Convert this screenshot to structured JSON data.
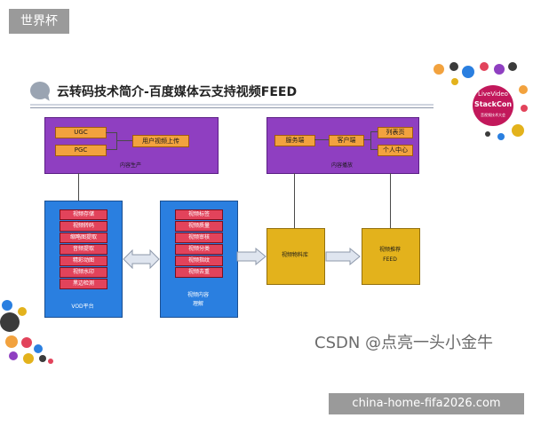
{
  "tag": "世界杯",
  "title": "云转码技术简介-百度媒体云支持视频FEED",
  "logo": {
    "line1": "LiveVideo",
    "line2": "StackCon",
    "line3": "音视频技术大会"
  },
  "production": {
    "caption": "内容生产",
    "sources": [
      "UGC",
      "PGC"
    ],
    "upload": "用户视频上传"
  },
  "playback": {
    "caption": "内容播放",
    "server": "服务端",
    "client": "客户端",
    "targets": [
      "列表页",
      "个人中心"
    ]
  },
  "vod": {
    "items": [
      "视频存储",
      "视频转码",
      "缩略图提取",
      "音频提取",
      "精彩动图",
      "视频水印",
      "黑边检测"
    ],
    "caption": "VOD平台"
  },
  "understanding": {
    "items": [
      "视频标签",
      "视频质量",
      "视频审核",
      "视频分类",
      "视频指纹",
      "视频去重"
    ],
    "caption_line1": "视频内容",
    "caption_line2": "理解"
  },
  "library": {
    "label": "视频物料库"
  },
  "recommend": {
    "line1": "视频推荐",
    "line2": "FEED"
  },
  "watermark": "CSDN @点亮一头小金牛",
  "site": "china-home-fifa2026.com",
  "colors": {
    "panel_purple": "#8f3fc1",
    "box_orange": "#f2a23e",
    "panel_blue": "#2a7fe0",
    "item_red": "#e2435b",
    "box_gold": "#e3b21c"
  }
}
